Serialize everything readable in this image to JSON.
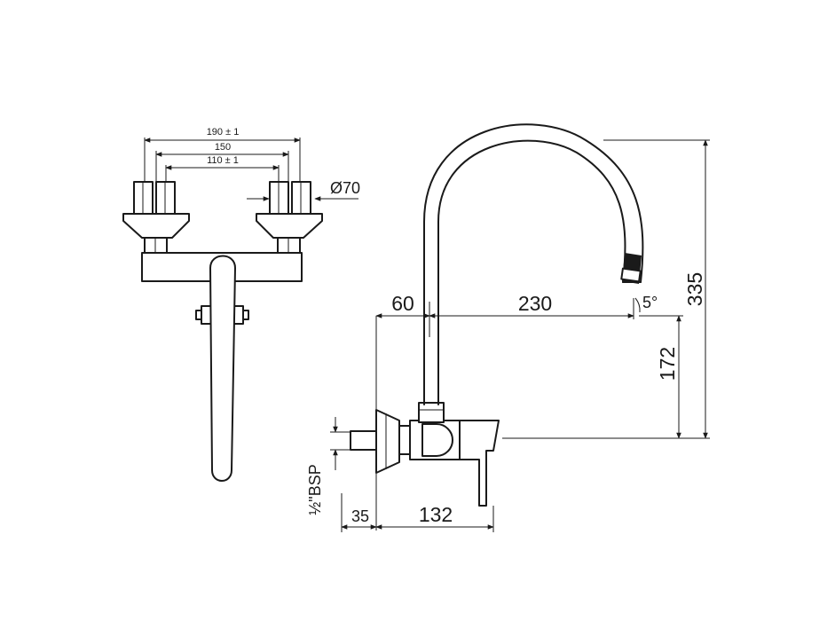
{
  "front_view": {
    "dim_overall": "190 ± 1",
    "dim_mid": "150",
    "dim_inner": "110 ± 1",
    "dim_diameter": "Ø70"
  },
  "side_view": {
    "dim_offset": "60",
    "dim_reach": "230",
    "dim_angle": "5°",
    "dim_total_height": "335",
    "dim_spout_height": "172",
    "dim_wall": "35",
    "dim_depth": "132",
    "thread_label": "½\"BSP"
  }
}
